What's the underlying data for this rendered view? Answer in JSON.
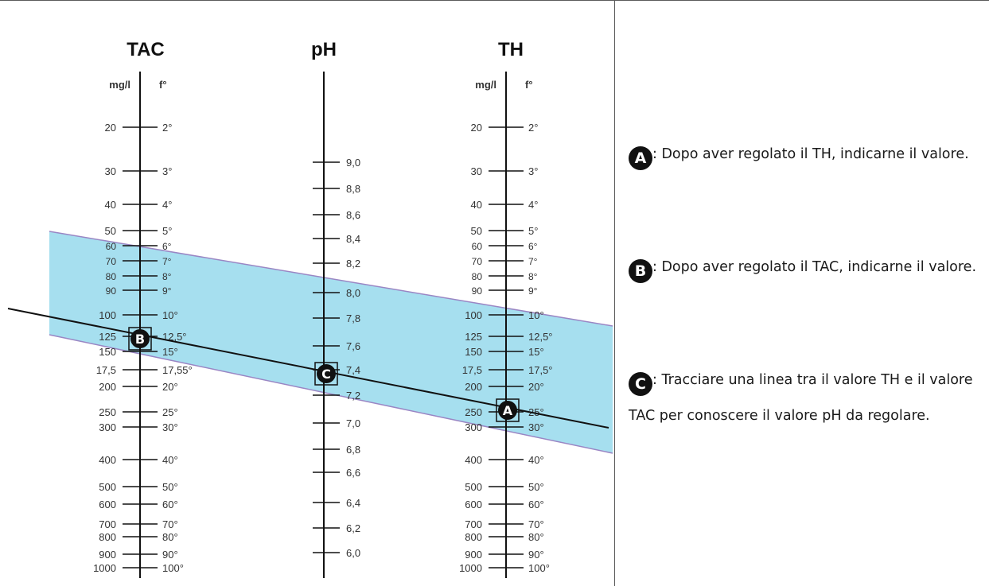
{
  "scales": {
    "tac": {
      "title": "TAC",
      "left_unit": "mg/l",
      "right_unit": "f°",
      "left_ticks": [
        "20",
        "30",
        "40",
        "50",
        "60",
        "70",
        "80",
        "90",
        "100",
        "125",
        "150",
        "17,5",
        "200",
        "250",
        "300",
        "400",
        "500",
        "600",
        "700",
        "800",
        "900",
        "1000"
      ],
      "right_ticks": [
        "2°",
        "3°",
        "4°",
        "5°",
        "6°",
        "7°",
        "8°",
        "9°",
        "10°",
        "12,5°",
        "15°",
        "17,55°",
        "20°",
        "25°",
        "30°",
        "40°",
        "50°",
        "60°",
        "70°",
        "80°",
        "90°",
        "100°"
      ]
    },
    "ph": {
      "title": "pH",
      "ticks": [
        "9,0",
        "8,8",
        "8,6",
        "8,4",
        "8,2",
        "8,0",
        "7,8",
        "7,6",
        "7,4",
        "7,2",
        "7,0",
        "6,8",
        "6,6",
        "6,4",
        "6,2",
        "6,0"
      ]
    },
    "th": {
      "title": "TH",
      "left_unit": "mg/l",
      "right_unit": "f°",
      "left_ticks": [
        "20",
        "30",
        "40",
        "50",
        "60",
        "70",
        "80",
        "90",
        "100",
        "125",
        "150",
        "17,5",
        "200",
        "250",
        "300",
        "400",
        "500",
        "600",
        "700",
        "800",
        "900",
        "1000"
      ],
      "right_ticks": [
        "2°",
        "3°",
        "4°",
        "5°",
        "6°",
        "7°",
        "8°",
        "9°",
        "10°",
        "12,5°",
        "15°",
        "17,5°",
        "20°",
        "25°",
        "30°",
        "40°",
        "50°",
        "60°",
        "70°",
        "80°",
        "90°",
        "100°"
      ]
    }
  },
  "markers": {
    "a": "A",
    "b": "B",
    "c": "C"
  },
  "colors": {
    "band": "#a6dfef",
    "band_edge": "#9a86c4",
    "ink": "#111111"
  },
  "legend": [
    {
      "badge": "A",
      "text": ": Dopo aver regolato il TH, indicarne il valore."
    },
    {
      "badge": "B",
      "text": ": Dopo aver regolato il TAC, indicarne il valore."
    },
    {
      "badge": "C",
      "text": ": Tracciare una linea tra il valore TH e il valore TAC per conoscere il valore pH da regolare."
    }
  ]
}
